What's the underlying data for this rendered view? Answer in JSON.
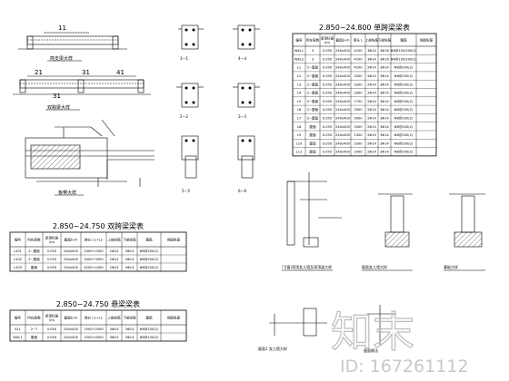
{
  "drawings": {
    "simple_beam_label": "简支梁大样",
    "cantilever_beam_label": "双跨梁大样",
    "slab_label": "板带大样",
    "sections": [
      "1—1",
      "4—4",
      "2—2",
      "3—3",
      "5—5",
      "6—6"
    ],
    "beam_marks": [
      "11",
      "21",
      "31",
      "41",
      "31"
    ]
  },
  "table_top": {
    "title": "2.850~24.800 单跨梁梁表",
    "headers": [
      "编号",
      "所在层数",
      "梁顶标高\n(m)",
      "截面b×h",
      "梁长 L",
      "上部纵筋",
      "下部纵筋",
      "箍筋",
      "侧面纵筋"
    ],
    "rows": [
      [
        "WKL1",
        "3",
        "0.050",
        "240x400",
        "4200",
        "3Φ14",
        "3Φ16",
        "Φ8@100/200(2)",
        ""
      ],
      [
        "WKL2",
        "3",
        "0.050",
        "240x400",
        "4200",
        "3Φ14",
        "3Φ16",
        "Φ8@100/200(2)",
        ""
      ],
      [
        "L1",
        "2~屋面",
        "0.050",
        "240x400",
        "4200",
        "2Φ14",
        "3Φ14",
        "Φ8@200(2)",
        ""
      ],
      [
        "L2",
        "2~屋面",
        "0.050",
        "240x400",
        "3300",
        "2Φ14",
        "3Φ14",
        "Φ8@200(2)",
        ""
      ],
      [
        "L3",
        "2~屋面",
        "0.050",
        "240x400",
        "3300",
        "2Φ14",
        "3Φ14",
        "Φ8@200(2)",
        ""
      ],
      [
        "L4",
        "2~屋面",
        "0.050",
        "240x400",
        "3300",
        "2Φ14",
        "3Φ14",
        "Φ8@200(2)",
        ""
      ],
      [
        "L5",
        "2~屋面",
        "0.050",
        "240x400",
        "1700",
        "2Φ14",
        "3Φ14",
        "Φ8@200(2)",
        ""
      ],
      [
        "L6",
        "2~屋面",
        "0.050",
        "240x400",
        "3300",
        "2Φ14",
        "3Φ14",
        "Φ8@200(2)",
        ""
      ],
      [
        "L7",
        "2~屋面",
        "0.050",
        "240x400",
        "3000",
        "2Φ14",
        "3Φ14",
        "Φ8@200(2)",
        ""
      ],
      [
        "L8",
        "屋面",
        "0.050",
        "240x400",
        "3300",
        "2Φ14",
        "3Φ14",
        "Φ8@200(2)",
        ""
      ],
      [
        "L9",
        "屋面",
        "0.050",
        "240x400",
        "2300",
        "2Φ14",
        "3Φ14",
        "Φ8@200(2)",
        ""
      ],
      [
        "L10",
        "屋面",
        "0.050",
        "240x400",
        "3300",
        "2Φ14",
        "3Φ14",
        "Φ8@200(2)",
        ""
      ],
      [
        "L11",
        "屋面",
        "0.050",
        "240x400",
        "2000",
        "2Φ14",
        "3Φ14",
        "Φ8@200(2)",
        ""
      ]
    ]
  },
  "table_mid": {
    "title": "2.850~24.750 双跨梁梁表",
    "headers": [
      "编号",
      "所在层数",
      "梁顶标高\n(m)",
      "截面b×h",
      "跨长 L1+L2",
      "上部纵筋",
      "下部纵筋",
      "箍筋",
      "侧面纵筋"
    ],
    "rows": [
      [
        "L201",
        "2~屋面",
        "0.050",
        "240x400",
        "2400+2300",
        "2Φ14",
        "3Φ14",
        "Φ8@200(2)",
        ""
      ],
      [
        "L202",
        "2~屋面",
        "0.050",
        "240x400",
        "3300+3300",
        "2Φ14",
        "3Φ14",
        "Φ8@200(2)",
        ""
      ],
      [
        "L203",
        "屋面",
        "0.050",
        "240x400",
        "4200+2400",
        "2Φ14",
        "3Φ14",
        "Φ8@200(2)",
        ""
      ]
    ]
  },
  "table_bot": {
    "title": "2.850~24.750 悬梁梁表",
    "headers": [
      "编号",
      "所在层数",
      "梁顶标高\n(m)",
      "截面b×h",
      "跨长 L1+L2",
      "上部纵筋",
      "下部纵筋",
      "箍筋",
      "侧面纵筋"
    ],
    "rows": [
      [
        "XL1",
        "2~7",
        "0.050",
        "240x400",
        "1500+2000",
        "3Φ14",
        "3Φ14",
        "Φ8@100(2)",
        ""
      ],
      [
        "WXL1",
        "屋面",
        "0.050",
        "240x400",
        "1500+4500",
        "3Φ14",
        "3Φ14",
        "Φ8@100(2)",
        ""
      ]
    ]
  },
  "details": {
    "door_header": "门(窗)洞顶女儿墙及洞顶梁大样",
    "wall_detail": "屋面女儿墙大样",
    "footing_detail": "基础大样",
    "bottom_detail_a": "屋面1 女儿墙大样",
    "bottom_detail_b": "屋面做法"
  },
  "watermark": {
    "brand": "知末",
    "id": "ID: 167261112"
  }
}
